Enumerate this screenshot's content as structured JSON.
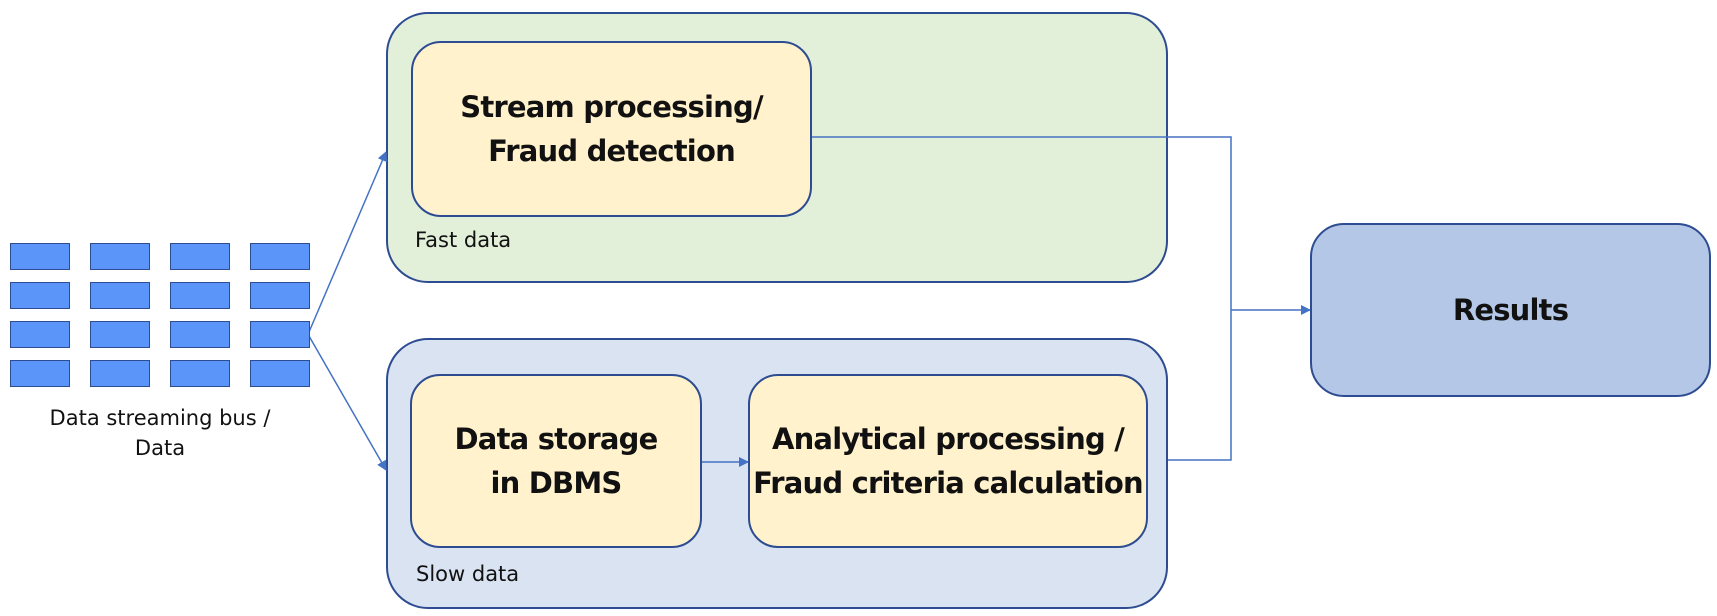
{
  "diagram": {
    "source": {
      "label_lines": [
        "Data streaming bus /",
        "Data"
      ],
      "block_rows": 4,
      "block_columns": 4
    },
    "groups": {
      "fast": {
        "label": "Fast data"
      },
      "slow": {
        "label": "Slow data"
      }
    },
    "nodes": {
      "stream": {
        "lines": [
          "Stream processing/",
          "Fraud detection"
        ]
      },
      "storage": {
        "lines": [
          "Data storage",
          "in DBMS"
        ]
      },
      "analytics": {
        "lines": [
          "Analytical processing /",
          "Fraud criteria calculation"
        ]
      },
      "results": {
        "lines": [
          "Results"
        ]
      }
    },
    "edges": [
      {
        "from": "source",
        "to": "fast"
      },
      {
        "from": "source",
        "to": "slow"
      },
      {
        "from": "storage",
        "to": "analytics"
      },
      {
        "from": "stream",
        "to": "results"
      },
      {
        "from": "analytics",
        "to": "results"
      }
    ],
    "colors": {
      "fast_group": "#e2f0da",
      "slow_group": "#d9e3f2",
      "process_box": "#fff2cc",
      "results_box": "#b4c7e7",
      "bus_block": "#5b95f9",
      "outline": "#2d4c91",
      "connector": "#4472c4"
    }
  }
}
